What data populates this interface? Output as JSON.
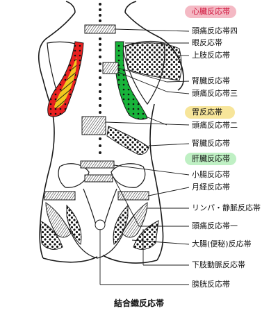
{
  "caption": "結合織反応帯",
  "labels": [
    {
      "text": "心臓反応帯",
      "highlight": "#f4b9c4",
      "text_color": "#d0143c"
    },
    {
      "text": "頭痛反応帯四"
    },
    {
      "text": "眼反応帯"
    },
    {
      "text": "上肢反応帯"
    },
    {
      "text": "腎臓反応帯"
    },
    {
      "text": "頭痛反応帯三"
    },
    {
      "text": "胃反応帯",
      "highlight": "#f7e59a"
    },
    {
      "text": "頭痛反応帯二"
    },
    {
      "text": "腎臓反応帯"
    },
    {
      "text": "肝臓反応帯",
      "highlight": "#bff0c4"
    },
    {
      "text": "小腸反応帯"
    },
    {
      "text": "月経反応帯"
    },
    {
      "text": "リンパ・静脈反応帯"
    },
    {
      "text": "頭痛反応帯一"
    },
    {
      "text": "大腸(便秘)反応帯"
    },
    {
      "text": "下肢動脈反応帯"
    },
    {
      "text": "膀胱反応帯"
    }
  ],
  "colors": {
    "heart_zone": "#e82020",
    "stomach_zone": "#f2c81e",
    "liver_zone": "#18b43a",
    "outline": "#1a1a1a"
  }
}
